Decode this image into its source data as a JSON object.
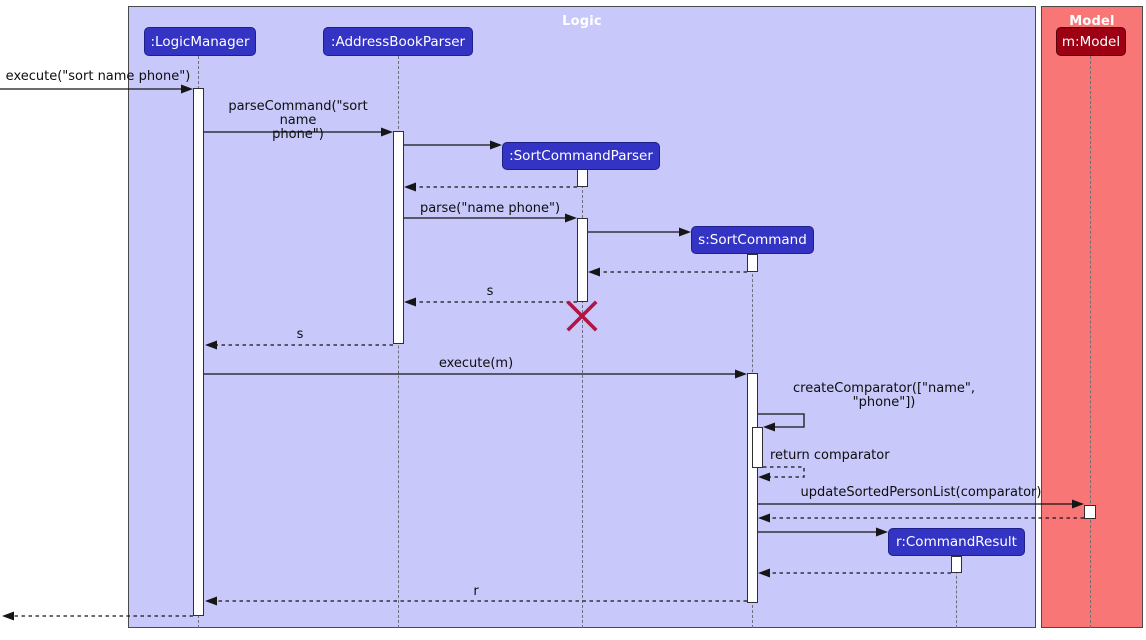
{
  "frames": {
    "logic": {
      "label": "Logic",
      "fill": "#C8C8FA"
    },
    "model": {
      "label": "Model",
      "fill": "#F87676"
    }
  },
  "colors": {
    "logic_participant": "#3333C4",
    "model_participant": "#9D0012",
    "destroy_x": "#B21543",
    "logic_frame_fill": "#C8C8FA",
    "model_frame_fill": "#F87676"
  },
  "participants": [
    {
      "label": ":LogicManager"
    },
    {
      "label": ":AddressBookParser"
    },
    {
      "label": ":SortCommandParser"
    },
    {
      "label": "s:SortCommand"
    },
    {
      "label": "r:CommandResult"
    },
    {
      "label": "m:Model"
    }
  ],
  "messages": {
    "execute_found": "execute(\"sort name phone\")",
    "parse_command": "parseCommand(\"sort name\nphone\")",
    "parse": "parse(\"name phone\")",
    "return_s_parser": "s",
    "return_s_manager": "s",
    "execute_m": "execute(m)",
    "create_comparator": "createComparator([\"name\",\n\"phone\"])",
    "return_comparator": "return comparator",
    "update_sorted": "updateSortedPersonList(comparator)",
    "return_r": "r"
  }
}
